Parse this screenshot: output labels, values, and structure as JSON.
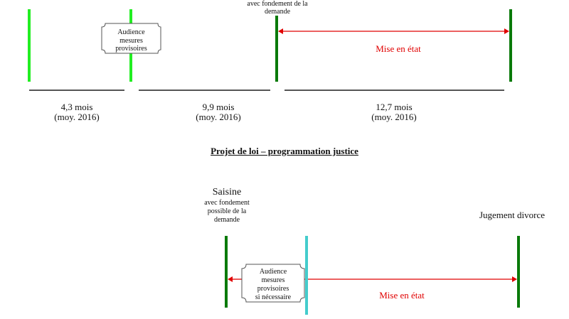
{
  "top": {
    "saisine_sub": [
      "avec fondement de la",
      "demande"
    ],
    "audience_box": [
      "Audience",
      "mesures",
      "provisoires"
    ],
    "mise_en_etat": "Mise en état",
    "durations": [
      {
        "value": "4,3 mois",
        "note": "(moy. 2016)"
      },
      {
        "value": "9,9 mois",
        "note": "(moy. 2016)"
      },
      {
        "value": "12,7 mois",
        "note": "(moy. 2016)"
      }
    ]
  },
  "section_title": "Projet de loi – programmation justice",
  "bottom": {
    "saisine": "Saisine",
    "saisine_sub": [
      "avec fondement",
      "possible  de la",
      "demande"
    ],
    "jugement": "Jugement divorce",
    "audience_box": [
      "Audience",
      "mesures",
      "provisoires",
      "si nécessaire"
    ],
    "mise_en_etat": "Mise en état"
  },
  "colors": {
    "light_green": "#22ee22",
    "dark_green": "#0a7a0a",
    "teal": "#44cccc",
    "red": "#e00000"
  }
}
